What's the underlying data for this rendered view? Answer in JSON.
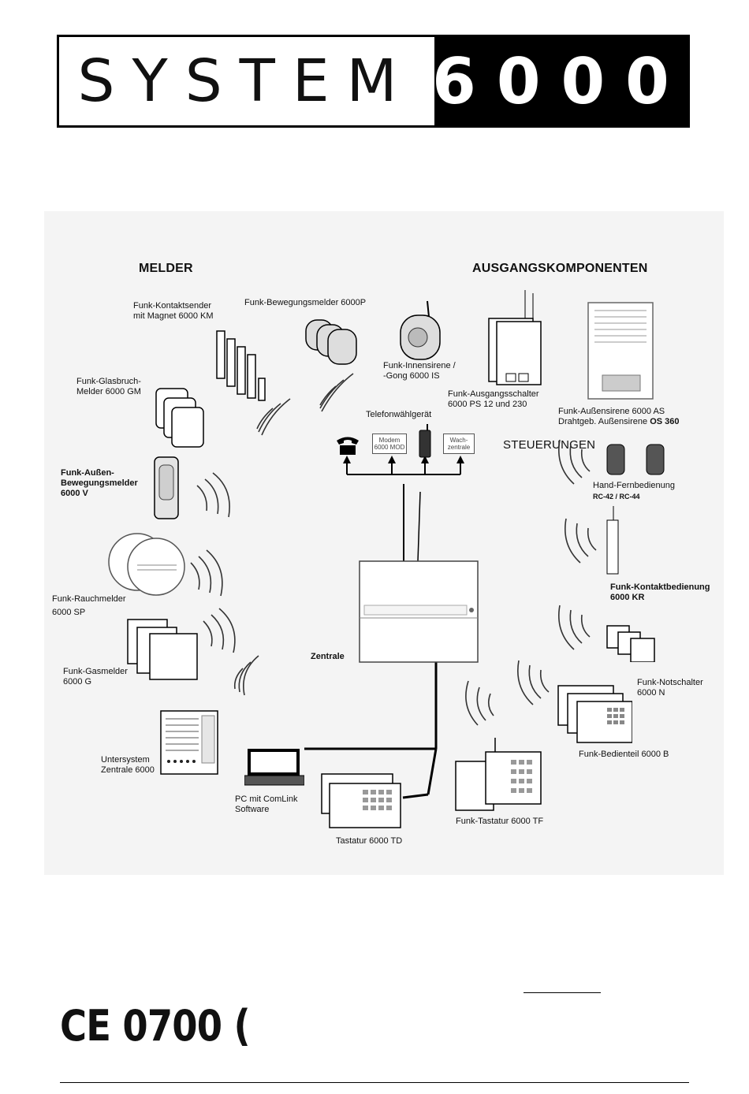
{
  "title": {
    "left": "SYSTEM",
    "right": "6000"
  },
  "diagram": {
    "headings": {
      "melder": "MELDER",
      "ausgang": "AUSGANGSKOMPONENTEN",
      "steuerungen": "STEUERUNGEN"
    },
    "labels": {
      "kontaktsender": "Funk-Kontaktsender\nmit Magnet 6000 KM",
      "bewegungsmelder": "Funk-Bewegungsmelder 6000P",
      "glasbruch": "Funk-Glasbruch-\nMelder 6000 GM",
      "aussen_bewegung": "Funk-Außen-\nBewegungsmelder\n6000 V",
      "rauchmelder": "Funk-Rauchmelder\n6000 SP",
      "gasmelder": "Funk-Gasmelder\n6000 G",
      "untersystem": "Untersystem\nZentrale 6000",
      "innensirene": "Funk-Innensirene /\n-Gong 6000 IS",
      "ausgangsschalter": "Funk-Ausgangsschalter\n6000 PS 12 und 230",
      "aussensirene_1": "Funk-Außensirene 6000 AS",
      "aussensirene_2": "Drahtgeb. Außensirene ",
      "aussensirene_os": "OS 360",
      "telefon": "Telefonwählgerät",
      "modem": "Modem\n6000 MOD",
      "wach": "Wach-\nzentrale",
      "hand_fern": "Hand-Fernbedienung",
      "rc": "RC-42 / RC-44",
      "kontaktbedienung": "Funk-Kontaktbedienung\n6000 KR",
      "zentrale": "Zentrale",
      "notschalter": "Funk-Notschalter\n6000 N",
      "bedienteil": "Funk-Bedienteil 6000 B",
      "pc": "PC mit ComLink\nSoftware",
      "tastatur_td": "Tastatur 6000 TD",
      "tastatur_tf": "Funk-Tastatur 6000 TF"
    }
  },
  "footer": {
    "ce_mark": "CE 0700 ("
  }
}
